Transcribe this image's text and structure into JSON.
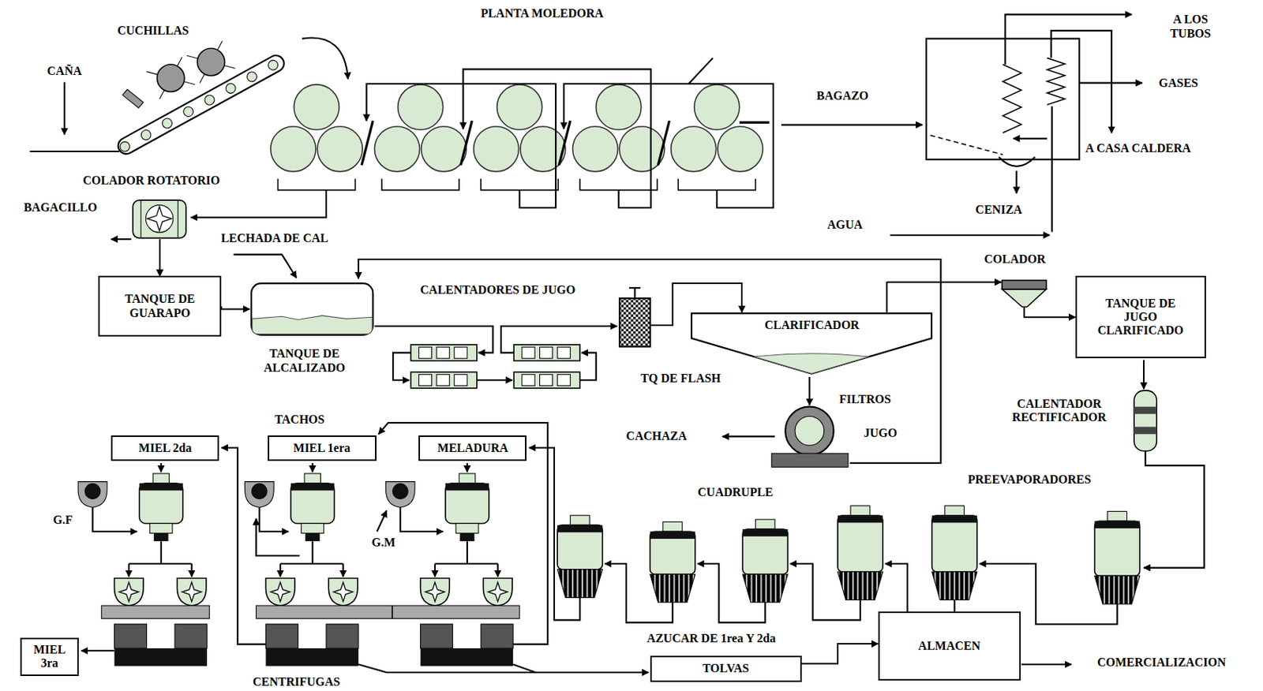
{
  "diagram": {
    "nodes": [
      {
        "text": [
          "COLADOR ROTATORIO"
        ]
      },
      {
        "text": [
          "TANQUE DE GUARAPO"
        ]
      },
      {
        "text": [
          "TANQUE DE ALCALIZADO"
        ]
      },
      {
        "text": [
          "TQ DE FLASH"
        ]
      },
      {
        "text": [
          "CLARIFICADOR"
        ]
      },
      {
        "text": [
          "COLADOR"
        ]
      },
      {
        "text": [
          "TANQUE DE JUGO CLARIFICADO"
        ]
      },
      {
        "text": [
          "MIEL 2da"
        ]
      },
      {
        "text": [
          "MIEL 1era"
        ]
      },
      {
        "text": [
          "MELADURA"
        ]
      },
      {
        "text": [
          "MIEL 3ra"
        ]
      },
      {
        "text": [
          "TOLVAS"
        ]
      },
      {
        "text": [
          "ALMACEN"
        ]
      }
    ],
    "edges": [
      {
        "from": 0,
        "to": 1,
        "arrow": "to"
      },
      {
        "from": 1,
        "to": 2,
        "arrow": "to"
      },
      {
        "from": 3,
        "to": 4,
        "arrow": "to"
      },
      {
        "from": 4,
        "to": 5,
        "arrow": "to"
      },
      {
        "from": 5,
        "to": 6,
        "arrow": "to"
      },
      {
        "from": 11,
        "to": 12,
        "arrow": "to"
      }
    ],
    "labels": [
      "CUCHILLAS",
      "CAÑA",
      "PLANTA MOLEDORA",
      "BAGAZO",
      "A LOS TUBOS",
      "GASES",
      "A CASA CALDERA",
      "CENIZA",
      "AGUA",
      "BAGACILLO",
      "LECHADA DE CAL",
      "CALENTADORES DE JUGO",
      "FILTROS",
      "JUGO",
      "CACHAZA",
      "CALENTADOR RECTIFICADOR",
      "PREEVAPORADORES",
      "CUADRUPLE",
      "TACHOS",
      "G.F",
      "G.M",
      "AZUCAR DE 1rea Y 2da",
      "CENTRIFUGAS",
      "COMERCIALIZACION"
    ]
  }
}
